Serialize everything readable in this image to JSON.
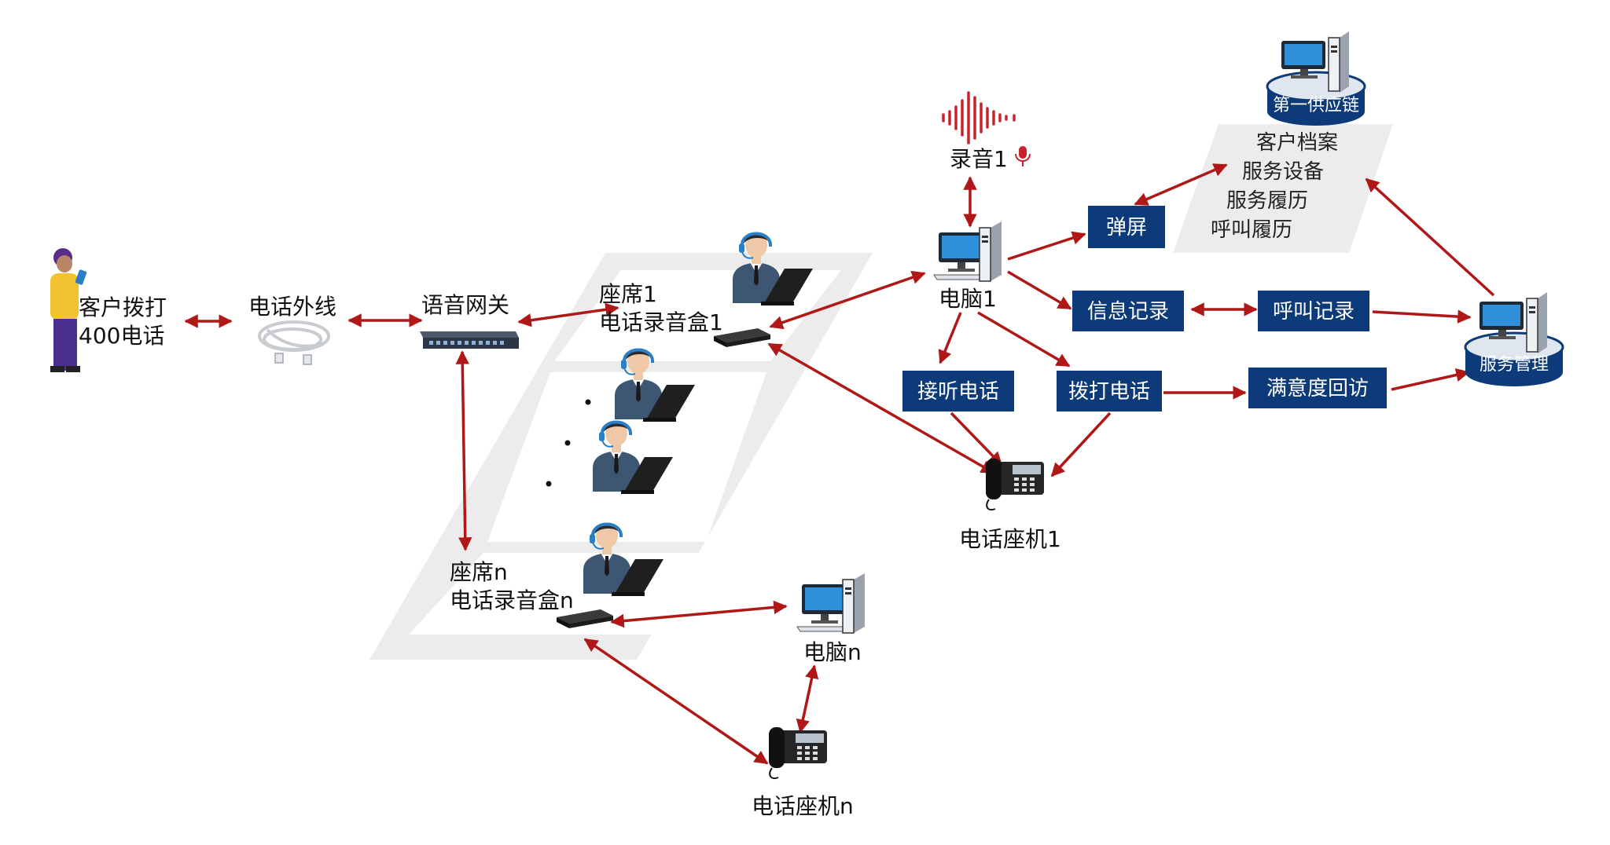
{
  "colors": {
    "arrow": "#b01818",
    "box_fill": "#0d3a78",
    "box_text": "#ffffff",
    "plane": "#e9e9e9",
    "screen": "#2f8fd8",
    "headset": "#2a7fc4"
  },
  "nodes": {
    "customer": {
      "line1": "客户拨打",
      "line2": "400电话",
      "icon": "person-phone-icon"
    },
    "line": {
      "label": "电话外线",
      "icon": "cable-icon"
    },
    "gateway": {
      "label": "语音网关",
      "icon": "switch-icon"
    },
    "seat1": {
      "line1": "座席1",
      "line2": "电话录音盒1"
    },
    "seatn": {
      "line1": "座席n",
      "line2": "电话录音盒n"
    },
    "recording": {
      "label": "录音1",
      "icon": "soundwave-icon"
    },
    "pc1": {
      "label": "电脑1",
      "icon": "computer-icon"
    },
    "pcn": {
      "label": "电脑n",
      "icon": "computer-icon"
    },
    "phone1": {
      "label": "电话座机1",
      "icon": "desk-phone-icon"
    },
    "phonen": {
      "label": "电话座机n",
      "icon": "desk-phone-icon"
    },
    "supply": {
      "label": "第一供应链",
      "icon": "server-icon"
    },
    "service": {
      "label": "服务管理",
      "icon": "server-icon"
    }
  },
  "boxes": {
    "popup": "弹屏",
    "info": "信息记录",
    "call_record": "呼叫记录",
    "answer": "接听电话",
    "dial": "拨打电话",
    "survey": "满意度回访"
  },
  "popup_list": [
    "客户档案",
    "服务设备",
    "服务履历",
    "呼叫履历"
  ]
}
